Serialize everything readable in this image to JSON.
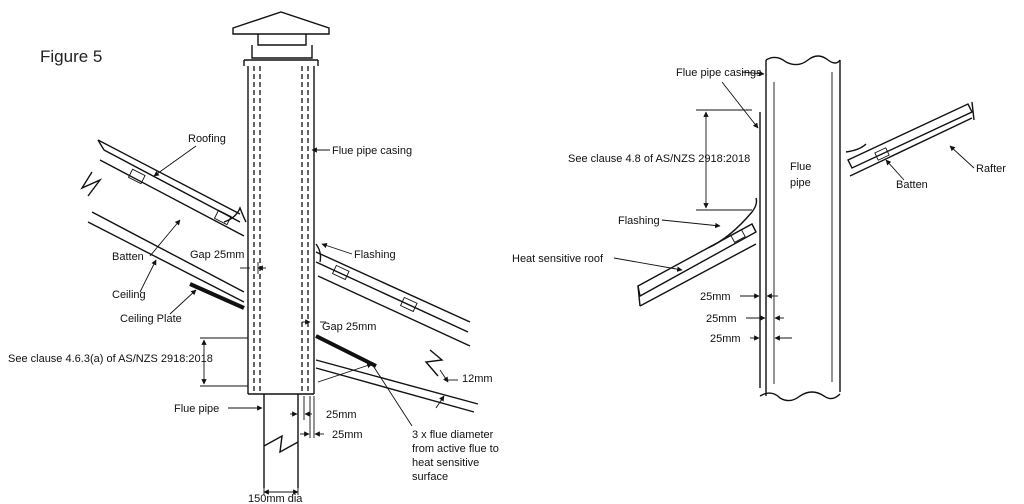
{
  "figure_title": "Figure 5",
  "left": {
    "roofing": "Roofing",
    "flue_pipe_casing": "Flue pipe casing",
    "batten": "Batten",
    "flashing": "Flashing",
    "gap_25_left": "Gap 25mm",
    "ceiling": "Ceiling",
    "ceiling_plate": "Ceiling Plate",
    "gap_25_right": "Gap 25mm",
    "clause": "See clause 4.6.3(a) of AS/NZS 2918:2018",
    "flue_pipe": "Flue pipe",
    "dim_25_a": "25mm",
    "dim_25_b": "25mm",
    "dim_12": "12mm",
    "three_x_line1": "3 x flue diameter",
    "three_x_line2": "from active flue to",
    "three_x_line3": "heat sensitive",
    "three_x_line4": "surface",
    "dia": "150mm dia"
  },
  "right": {
    "casings": "Flue pipe casings",
    "clause": "See clause 4.8 of AS/NZS 2918:2018",
    "flue_line1": "Flue",
    "flue_line2": "pipe",
    "flashing": "Flashing",
    "heat_roof": "Heat sensitive roof",
    "rafter": "Rafter",
    "batten": "Batten",
    "dim_25_a": "25mm",
    "dim_25_b": "25mm",
    "dim_25_c": "25mm"
  }
}
